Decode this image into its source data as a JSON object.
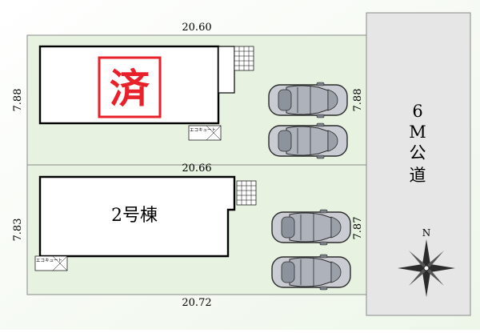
{
  "dimensions": {
    "top_width": "20.60",
    "middle_width": "20.66",
    "bottom_width": "20.72",
    "lot1_depth_left": "7.88",
    "lot1_depth_right": "7.88",
    "lot2_depth_left": "7.83",
    "lot2_depth_right": "7.87"
  },
  "lot1": {
    "status_stamp": "済",
    "equipment_label": "エコキュート"
  },
  "lot2": {
    "building_label": "2号棟",
    "equipment_label": "エコキュート"
  },
  "road": {
    "label": "6M公道",
    "chars": [
      "6",
      "M",
      "公",
      "道"
    ]
  },
  "compass": {
    "north_label": "N"
  },
  "colors": {
    "lot_fill": "#e7f2e0",
    "road_fill": "#e6e6e6",
    "stamp_red": "#e8202a",
    "building_outline": "#000000"
  }
}
